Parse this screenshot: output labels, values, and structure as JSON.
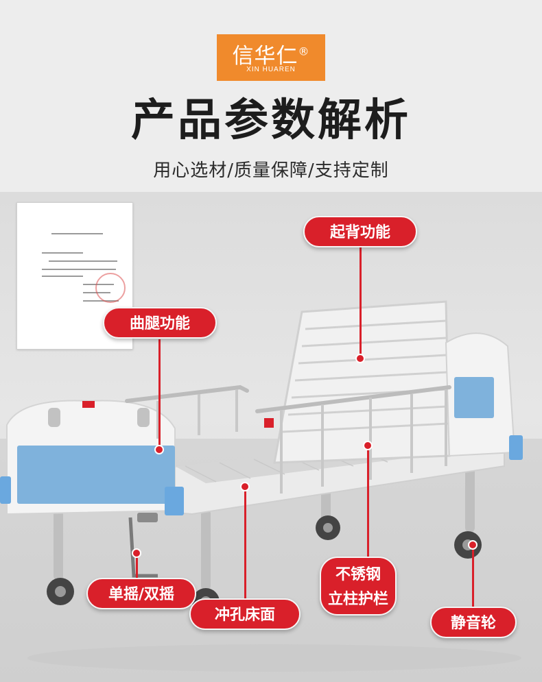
{
  "logo": {
    "cn": "信华仁",
    "reg": "®",
    "en": "XIN HUAREN"
  },
  "title": "产品参数解析",
  "subtitle": "用心选材/质量保障/支持定制",
  "labels": {
    "back_lift": "起背功能",
    "leg_bend": "曲腿功能",
    "crank": "单摇/双摇",
    "perforated_surface": "冲孔床面",
    "guardrail_line1": "不锈钢",
    "guardrail_line2": "立柱护栏",
    "silent_wheel": "静音轮"
  },
  "colors": {
    "accent_red": "#d9202a",
    "logo_orange": "#f08a2c",
    "panel_blue": "#7fb2dc"
  }
}
